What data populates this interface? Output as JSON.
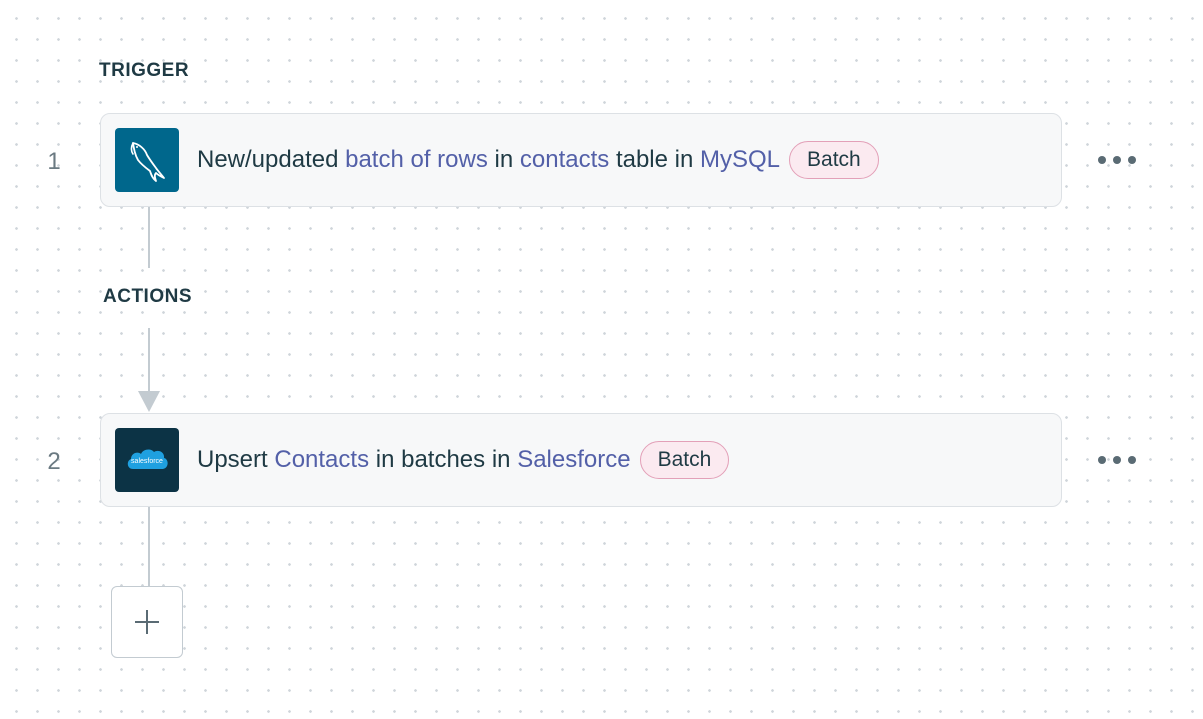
{
  "sections": {
    "trigger_label": "TRIGGER",
    "actions_label": "ACTIONS"
  },
  "steps": [
    {
      "number": "1",
      "app_icon": "mysql-dolphin-icon",
      "parts": {
        "t1": "New/updated",
        "p1": "batch of rows",
        "t2": "in",
        "p2": "contacts",
        "t3": "table in",
        "p3": "MySQL"
      },
      "badge": "Batch"
    },
    {
      "number": "2",
      "app_icon": "salesforce-cloud-icon",
      "icon_text": "salesforce",
      "parts": {
        "t1": "Upsert",
        "p1": "Contacts",
        "t2": "in batches in",
        "p2": "Salesforce"
      },
      "badge": "Batch"
    }
  ],
  "add_step": {
    "icon": "plus-icon"
  },
  "colors": {
    "pill_text": "#5360a8",
    "badge_bg": "#fbeaf0",
    "badge_border": "#e3a0b8",
    "mysql_bg": "#00678c",
    "salesforce_bg": "#0c3345",
    "salesforce_cloud": "#1fa0e0"
  }
}
